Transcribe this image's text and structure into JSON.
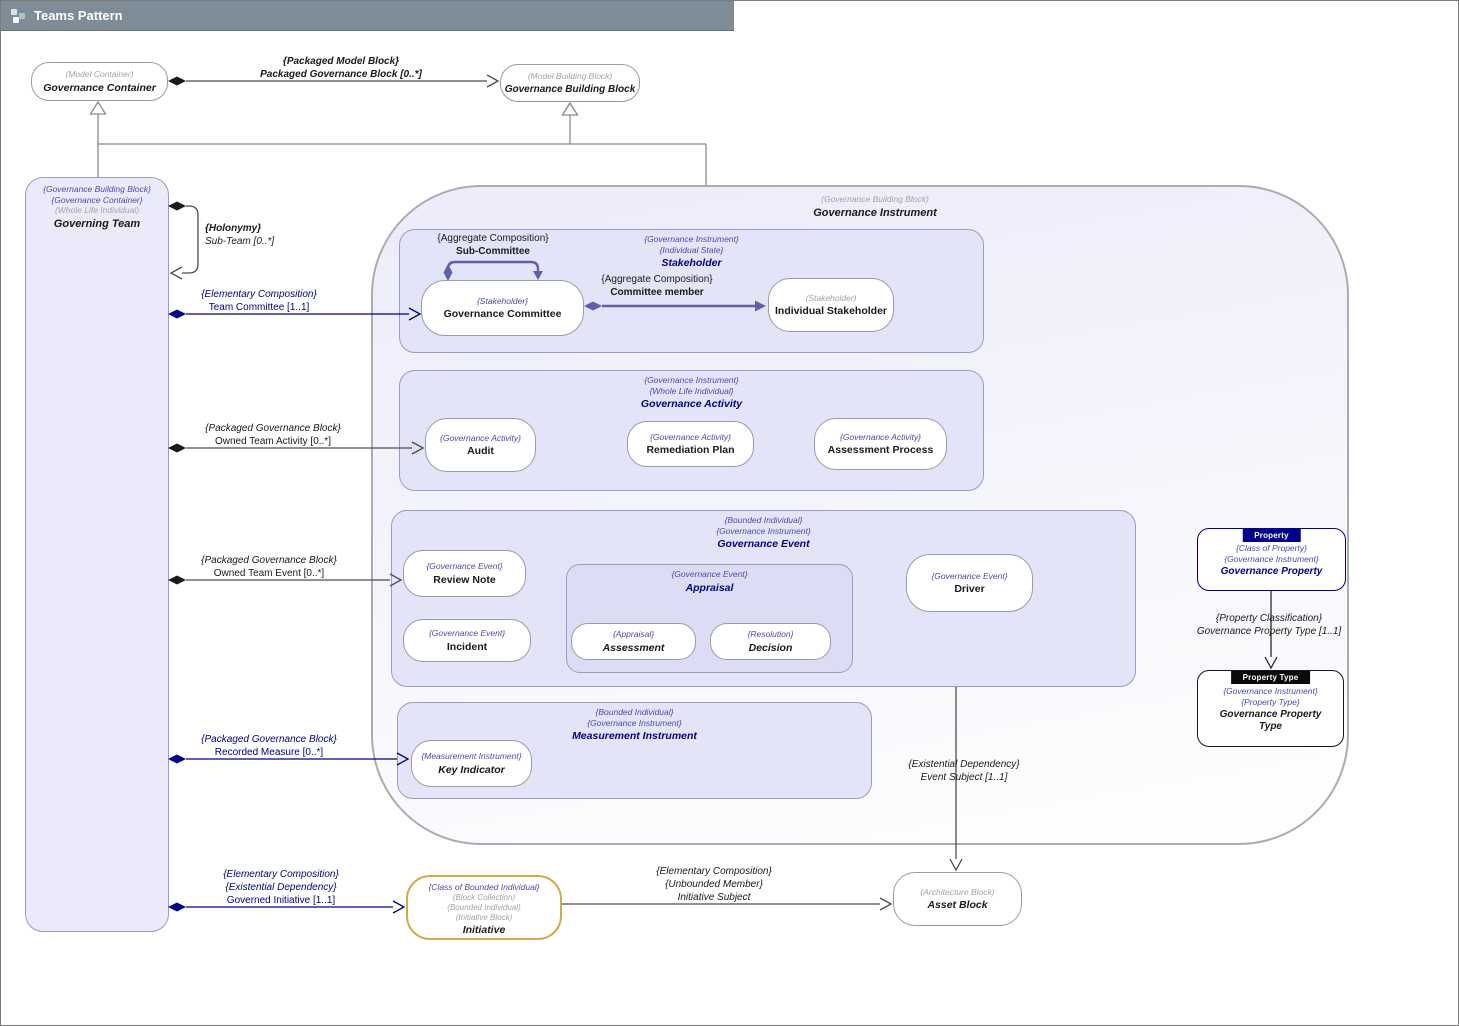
{
  "titlebar": {
    "title": "Teams Pattern"
  },
  "nodes": {
    "governance_container": {
      "s1": "(Model Container)",
      "name": "Governance Container"
    },
    "governance_building_block": {
      "s1": "(Model Building Block)",
      "name": "Governance Building Block"
    },
    "governing_team": {
      "s1": "{Governance Building Block}",
      "s2": "{Governance Container}",
      "s3": "(Whole Life Individual)",
      "name": "Governing Team"
    },
    "governance_instrument": {
      "s1": "(Governance Building Block)",
      "name": "Governance Instrument"
    },
    "stakeholder_group": {
      "s1": "{Governance Instrument}",
      "s2": "{Individual State}",
      "name": "Stakeholder"
    },
    "governance_committee": {
      "s1": "{Stakeholder}",
      "name": "Governance Committee"
    },
    "individual_stakeholder": {
      "s1": "(Stakeholder)",
      "name": "Individual Stakeholder"
    },
    "governance_activity_group": {
      "s1": "{Governance Instrument}",
      "s2": "{Whole Life Individual}",
      "name": "Governance Activity"
    },
    "audit": {
      "s1": "{Governance Activity}",
      "name": "Audit"
    },
    "remediation_plan": {
      "s1": "{Governance Activity}",
      "name": "Remediation Plan"
    },
    "assessment_process": {
      "s1": "{Governance Activity}",
      "name": "Assessment Process"
    },
    "governance_event_group": {
      "s1": "{Bounded Individual}",
      "s2": "{Governance Instrument}",
      "name": "Governance Event"
    },
    "review_note": {
      "s1": "{Governance Event}",
      "name": "Review Note"
    },
    "incident": {
      "s1": "{Governance Event}",
      "name": "Incident"
    },
    "appraisal_group": {
      "s1": "{Governance Event}",
      "name": "Appraisal"
    },
    "assessment": {
      "s1": "{Appraisal}",
      "name": "Assessment"
    },
    "decision": {
      "s1": "{Resolution}",
      "name": "Decision"
    },
    "driver": {
      "s1": "{Governance Event}",
      "name": "Driver"
    },
    "measurement_group": {
      "s1": "{Bounded Individual}",
      "s2": "{Governance Instrument}",
      "name": "Measurement Instrument"
    },
    "key_indicator": {
      "s1": "{Measurement Instrument}",
      "name": "Key Indicator"
    },
    "governance_property": {
      "banner": "Property",
      "s1": "{Class of Property}",
      "s2": "{Governance Instrument}",
      "name": "Governance Property"
    },
    "governance_property_type": {
      "banner": "Property Type",
      "s1": "{Governance Instrument}",
      "s2": "{Property Type}",
      "name": "Governance Property Type"
    },
    "initiative": {
      "s1": "{Class of Bounded Individual}",
      "s2": "(Block Collection)",
      "s3": "(Bounded Individual)",
      "s4": "(Initiative Block)",
      "name": "Initiative"
    },
    "asset_block": {
      "s1": "(Architecture Block)",
      "name": "Asset Block"
    }
  },
  "edges": {
    "packaged_governance_block": {
      "l1": "{Packaged Model Block}",
      "l2": "Packaged Governance Block [0..*]"
    },
    "holonymy": {
      "l1": "{Holonymy}",
      "l2": "Sub-Team [0..*]"
    },
    "team_committee": {
      "l1": "{Elementary Composition}",
      "l2": "Team Committee [1..1]"
    },
    "owned_team_activity": {
      "l1": "{Packaged Governance Block}",
      "l2": "Owned Team Activity [0..*]"
    },
    "owned_team_event": {
      "l1": "{Packaged Governance Block}",
      "l2": "Owned Team Event [0..*]"
    },
    "recorded_measure": {
      "l1": "{Packaged Governance Block}",
      "l2": "Recorded Measure [0..*]"
    },
    "governed_initiative": {
      "l1": "{Elementary Composition}",
      "l2": "{Existential Dependency}",
      "l3": "Governed Initiative [1..1]"
    },
    "sub_committee": {
      "l1": "{Aggregate Composition}",
      "l2": "Sub-Committee"
    },
    "committee_member": {
      "l1": "{Aggregate Composition}",
      "l2": "Committee member"
    },
    "event_subject": {
      "l1": "{Existential Dependency}",
      "l2": "Event Subject [1..1]"
    },
    "initiative_subject": {
      "l1": "{Elementary Composition}",
      "l2": "{Unbounded Member}",
      "l3": "Initiative Subject"
    },
    "property_classification": {
      "l1": "{Property Classification}",
      "l2": "Governance Property Type [1..1]"
    }
  },
  "colors": {
    "accent_navy": "#00008b",
    "accent_purple": "#6060aa",
    "lavender_fill": "#e4e4f9",
    "gold_border": "#d2ac4a",
    "titlebar_bg": "#7d8c96"
  }
}
